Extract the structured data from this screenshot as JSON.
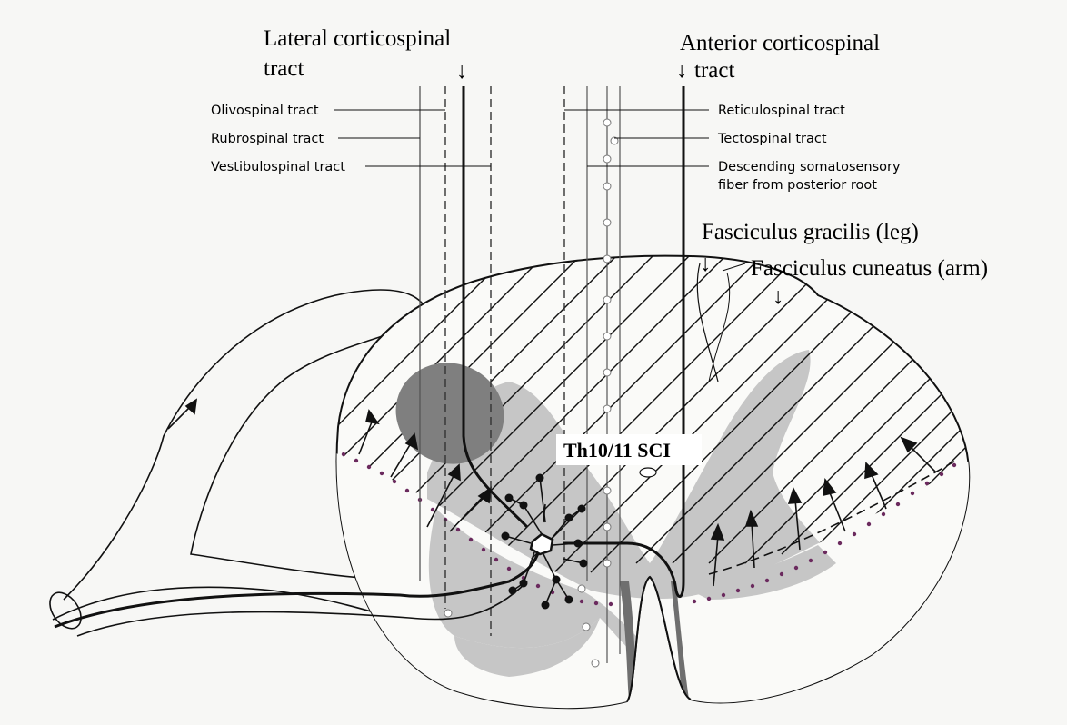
{
  "headers": {
    "lateral_corticospinal_line1": "Lateral corticospinal",
    "lateral_corticospinal_line2": "tract",
    "anterior_corticospinal_line1": "Anterior corticospinal",
    "anterior_corticospinal_line2": "tract"
  },
  "left_labels": {
    "olivospinal": "Olivospinal tract",
    "rubrospinal": "Rubrospinal tract",
    "vestibulospinal": "Vestibulospinal tract"
  },
  "right_labels": {
    "reticulospinal": "Reticulospinal tract",
    "tectospinal": "Tectospinal tract",
    "descending_line1": "Descending somatosensory",
    "descending_line2": "fiber from posterior root"
  },
  "fasciculi": {
    "gracilis": "Fasciculus gracilis (leg)",
    "cuneatus": "Fasciculus cuneatus (arm)"
  },
  "lesion": {
    "label": "Th10/11 SCI"
  },
  "glyphs": {
    "down_arrow": "↓"
  },
  "colors": {
    "ink": "#111111",
    "gray_matter": "#bdbdbd",
    "dark_tract": "#7a7a7a",
    "dots": "#6b2a5e",
    "background": "#f7f7f5"
  }
}
